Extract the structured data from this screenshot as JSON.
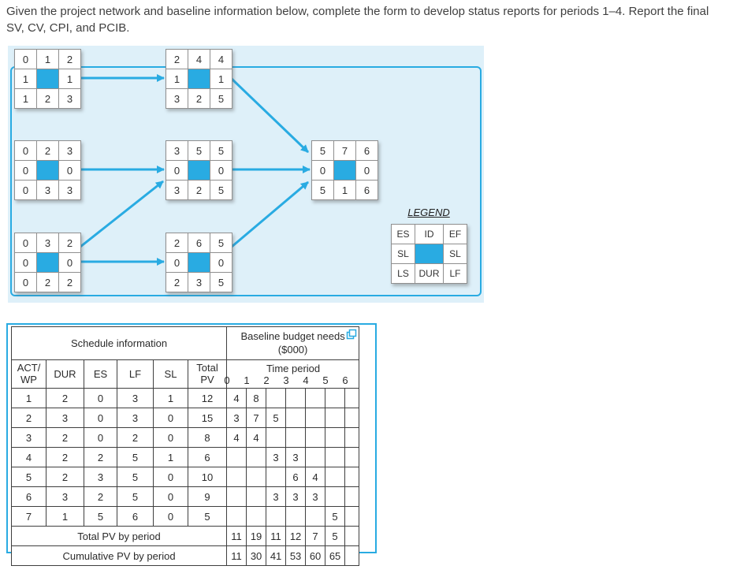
{
  "instructions": "Given the project network and baseline information below, complete the form to develop status reports for periods 1–4. Report the final SV, CV, CPI, and PCIB.",
  "colors": {
    "accent": "#29abe2",
    "network_bg": "#def0f9"
  },
  "network": {
    "nodes": [
      {
        "activity": "1",
        "cells": [
          "0",
          "1",
          "2",
          "1",
          "",
          "1",
          "1",
          "2",
          "3"
        ]
      },
      {
        "activity": "4",
        "cells": [
          "2",
          "4",
          "4",
          "1",
          "",
          "1",
          "3",
          "2",
          "5"
        ]
      },
      {
        "activity": "2",
        "cells": [
          "0",
          "2",
          "3",
          "0",
          "",
          "0",
          "0",
          "3",
          "3"
        ]
      },
      {
        "activity": "5",
        "cells": [
          "3",
          "5",
          "5",
          "0",
          "",
          "0",
          "3",
          "2",
          "5"
        ]
      },
      {
        "activity": "7",
        "cells": [
          "5",
          "7",
          "6",
          "0",
          "",
          "0",
          "5",
          "1",
          "6"
        ]
      },
      {
        "activity": "3",
        "cells": [
          "0",
          "3",
          "2",
          "0",
          "",
          "0",
          "0",
          "2",
          "2"
        ]
      },
      {
        "activity": "6",
        "cells": [
          "2",
          "6",
          "5",
          "0",
          "",
          "0",
          "2",
          "3",
          "5"
        ]
      }
    ],
    "legend": {
      "title": "LEGEND",
      "cells": [
        "ES",
        "ID",
        "EF",
        "SL",
        "",
        "SL",
        "LS",
        "DUR",
        "LF"
      ]
    }
  },
  "table": {
    "schedule_header": "Schedule information",
    "budget_header": "Baseline budget needs",
    "budget_header_sub": "($000)",
    "time_period_label": "Time period",
    "columns": [
      "ACT/\nWP",
      "DUR",
      "ES",
      "LF",
      "SL",
      "Total\nPV"
    ],
    "ticks": [
      "0",
      "1",
      "2",
      "3",
      "4",
      "5",
      "6"
    ],
    "rows": [
      {
        "act": "1",
        "dur": "2",
        "es": "0",
        "lf": "3",
        "sl": "1",
        "pv": "12",
        "p": [
          "4",
          "8",
          "",
          "",
          "",
          ""
        ]
      },
      {
        "act": "2",
        "dur": "3",
        "es": "0",
        "lf": "3",
        "sl": "0",
        "pv": "15",
        "p": [
          "3",
          "7",
          "5",
          "",
          "",
          ""
        ]
      },
      {
        "act": "3",
        "dur": "2",
        "es": "0",
        "lf": "2",
        "sl": "0",
        "pv": "8",
        "p": [
          "4",
          "4",
          "",
          "",
          "",
          ""
        ]
      },
      {
        "act": "4",
        "dur": "2",
        "es": "2",
        "lf": "5",
        "sl": "1",
        "pv": "6",
        "p": [
          "",
          "",
          "3",
          "3",
          "",
          ""
        ]
      },
      {
        "act": "5",
        "dur": "2",
        "es": "3",
        "lf": "5",
        "sl": "0",
        "pv": "10",
        "p": [
          "",
          "",
          "",
          "6",
          "4",
          ""
        ]
      },
      {
        "act": "6",
        "dur": "3",
        "es": "2",
        "lf": "5",
        "sl": "0",
        "pv": "9",
        "p": [
          "",
          "",
          "3",
          "3",
          "3",
          ""
        ]
      },
      {
        "act": "7",
        "dur": "1",
        "es": "5",
        "lf": "6",
        "sl": "0",
        "pv": "5",
        "p": [
          "",
          "",
          "",
          "",
          "",
          "5"
        ]
      }
    ],
    "total_label": "Total PV by period",
    "total": [
      "11",
      "19",
      "11",
      "12",
      "7",
      "5"
    ],
    "cumulative_label": "Cumulative PV by period",
    "cumulative": [
      "11",
      "30",
      "41",
      "53",
      "60",
      "65"
    ]
  }
}
